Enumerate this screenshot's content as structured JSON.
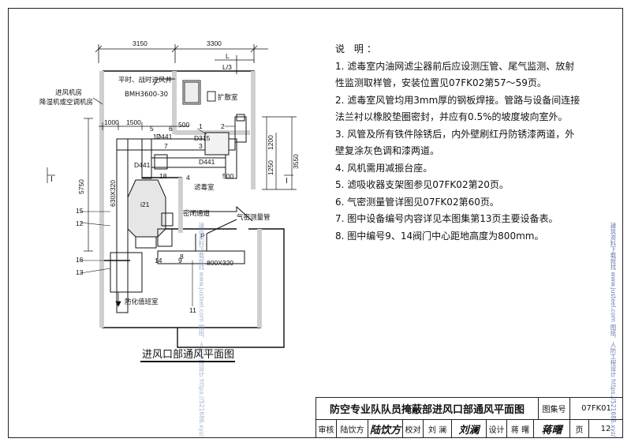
{
  "notes": {
    "heading": "说 明：",
    "items": [
      {
        "first": "1. 滤毒室内油网滤尘器前后应设测压管、尾气监测、放射",
        "cont": "性监测取样管，安装位置见07FK02第57～59页。"
      },
      {
        "first": "2. 滤毒室风管均用3mm厚的钢板焊接。管路与设备间连接",
        "cont": "法兰衬以橡胶垫圈密封，并应有0.5%的坡度坡向室外。"
      },
      {
        "first": "3. 风管及所有铁件除锈后，内外壁刷红丹防锈漆两道，外",
        "cont": "壁复涂灰色调和漆两道。"
      },
      {
        "first": "4. 风机需用减振台座。",
        "cont": ""
      },
      {
        "first": "5. 滤吸收器支架图参见07FK02第20页。",
        "cont": ""
      },
      {
        "first": "6. 气密测量管详图见07FK02第60页。",
        "cont": ""
      },
      {
        "first": "7. 图中设备编号内容详见本图集第13页主要设备表。",
        "cont": ""
      },
      {
        "first": "8. 图中编号9、14阀门中心距地高度为800mm。",
        "cont": ""
      }
    ]
  },
  "plan": {
    "title": "进风口部通风平面图",
    "labels": {
      "room_fan": "进风机房",
      "room_dehum": "降湿机或空调机房",
      "shaft": "平时、战时进风井",
      "unit": "BMH3600-30",
      "expansion": "扩散室",
      "filter_room": "滤毒室",
      "airtight_passage": "密闭通道",
      "gas_tube": "气密测量管",
      "duty_room": "防化值班室",
      "duct_630": "630X320",
      "duct_800": "800X320",
      "d441": "D441",
      "d315": "D315",
      "section_mark": "I",
      "fan_label": "i21",
      "p": "P",
      "l3": "L/3",
      "l": "L"
    },
    "dims": {
      "top_left": "3150",
      "top_right": "3300",
      "d1000": "1000",
      "d1500": "1500",
      "d500a": "500",
      "d500b": "500",
      "d1200": "1200",
      "d1250": "1250",
      "d3550": "3550",
      "d5750": "5750"
    },
    "numbers": [
      "1",
      "2",
      "3",
      "4",
      "5",
      "6",
      "7",
      "8",
      "9",
      "11",
      "12",
      "13",
      "14",
      "15",
      "16",
      "17",
      "18"
    ]
  },
  "title_block": {
    "drawing_title": "防空专业队队员掩蔽部进风口部通风平面图",
    "atlas_label": "图集号",
    "atlas_no": "07FK01",
    "review_label": "审核",
    "reviewer": "陆饮方",
    "check_label": "校对",
    "checker": "刘 澜",
    "design_label": "设计",
    "designer": "蒋 曙",
    "page_label": "页",
    "page_no": "12"
  },
  "watermark": "建筑资料下载就找 www.justeel.com 图纸、人防工程设计 https://521686.xyz/"
}
